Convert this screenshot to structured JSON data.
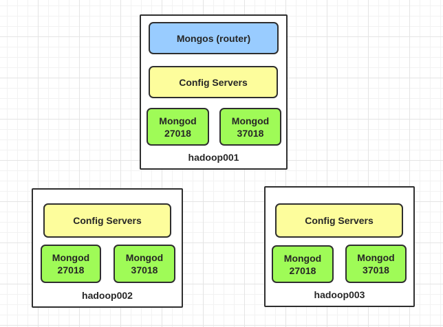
{
  "colors": {
    "mongos": "#99ccff",
    "config": "#fdfd9c",
    "mongod": "#9ffb57",
    "border": "#2e2e2e",
    "text": "#262626",
    "host_bg": "#ffffff",
    "grid_minor": "#f2f2f2",
    "grid_major": "#e4e4e4"
  },
  "diagram": {
    "hosts": [
      {
        "name": "hadoop001",
        "mongos": "Mongos (router)",
        "config": "Config Servers",
        "mongod1": {
          "title": "Mongod",
          "port": "27018"
        },
        "mongod2": {
          "title": "Mongod",
          "port": "37018"
        }
      },
      {
        "name": "hadoop002",
        "config": "Config Servers",
        "mongod1": {
          "title": "Mongod",
          "port": "27018"
        },
        "mongod2": {
          "title": "Mongod",
          "port": "37018"
        }
      },
      {
        "name": "hadoop003",
        "config": "Config Servers",
        "mongod1": {
          "title": "Mongod",
          "port": "27018"
        },
        "mongod2": {
          "title": "Mongod",
          "port": "37018"
        }
      }
    ]
  }
}
